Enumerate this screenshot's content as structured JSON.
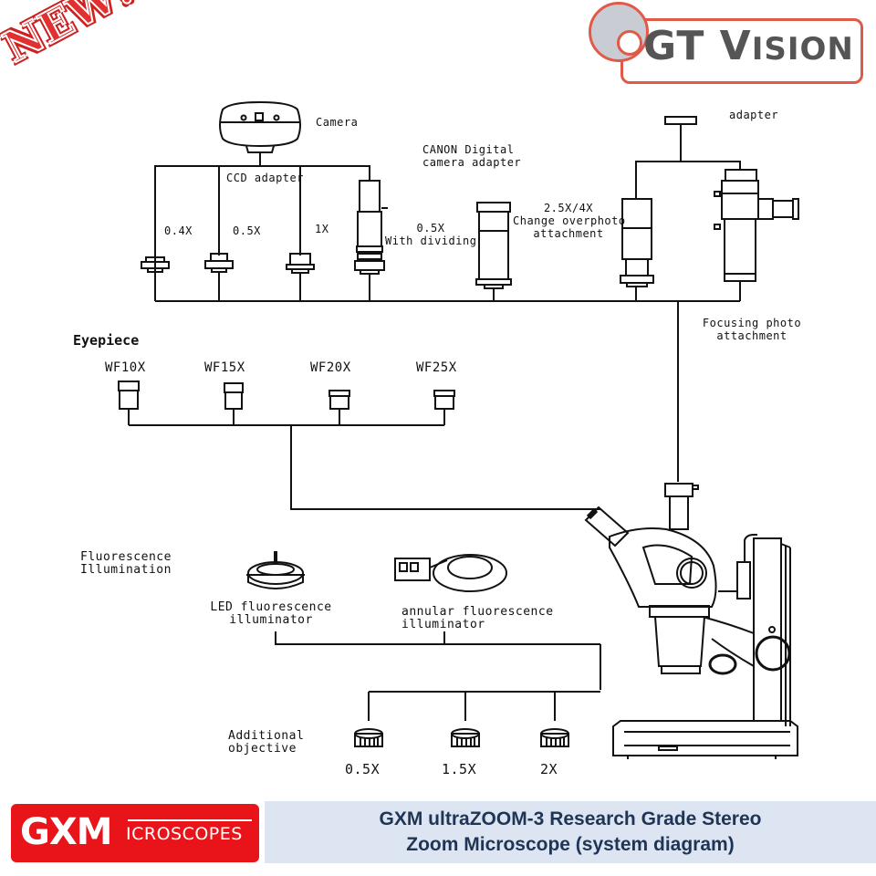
{
  "badge": {
    "text": "NEW!",
    "color": "#e03030"
  },
  "brand_top": {
    "main": "GT V",
    "rest": "ISION",
    "accent": "#e05a4a",
    "text_color": "#555555"
  },
  "photo_section": {
    "camera_label": "Camera",
    "ccd_adapter_label": "CCD adapter",
    "ccd_options": [
      {
        "label": "0.4X"
      },
      {
        "label": "0.5X"
      },
      {
        "label": "1X"
      },
      {
        "label": "0.5X",
        "sublabel": "With dividing"
      }
    ],
    "canon_label_line1": "CANON Digital",
    "canon_label_line2": "camera adapter",
    "overphoto_line1": "2.5X/4X",
    "overphoto_line2": "Change overphoto",
    "overphoto_line3": "attachment",
    "adapter_label": "adapter",
    "focusing_line1": "Focusing photo",
    "focusing_line2": "attachment"
  },
  "eyepiece_section": {
    "title": "Eyepiece",
    "items": [
      {
        "label": "WF10X"
      },
      {
        "label": "WF15X"
      },
      {
        "label": "WF20X"
      },
      {
        "label": "WF25X"
      }
    ]
  },
  "fluorescence_section": {
    "title_line1": "Fluorescence",
    "title_line2": "Illumination",
    "led_line1": "LED fluorescence",
    "led_line2": "illuminator",
    "annular_line1": "annular fluorescence",
    "annular_line2": "illuminator"
  },
  "objective_section": {
    "title_line1": "Additional",
    "title_line2": "objective",
    "items": [
      {
        "label": "0.5X"
      },
      {
        "label": "1.5X"
      },
      {
        "label": "2X"
      }
    ]
  },
  "footer": {
    "logo_big": "GXM",
    "logo_small": "ICROSCOPES",
    "logo_color": "#e8141a",
    "title_line1": "GXM ultraZOOM-3 Research Grade Stereo",
    "title_line2": "Zoom Microscope (system diagram)",
    "bar_color": "#dce5f1"
  }
}
